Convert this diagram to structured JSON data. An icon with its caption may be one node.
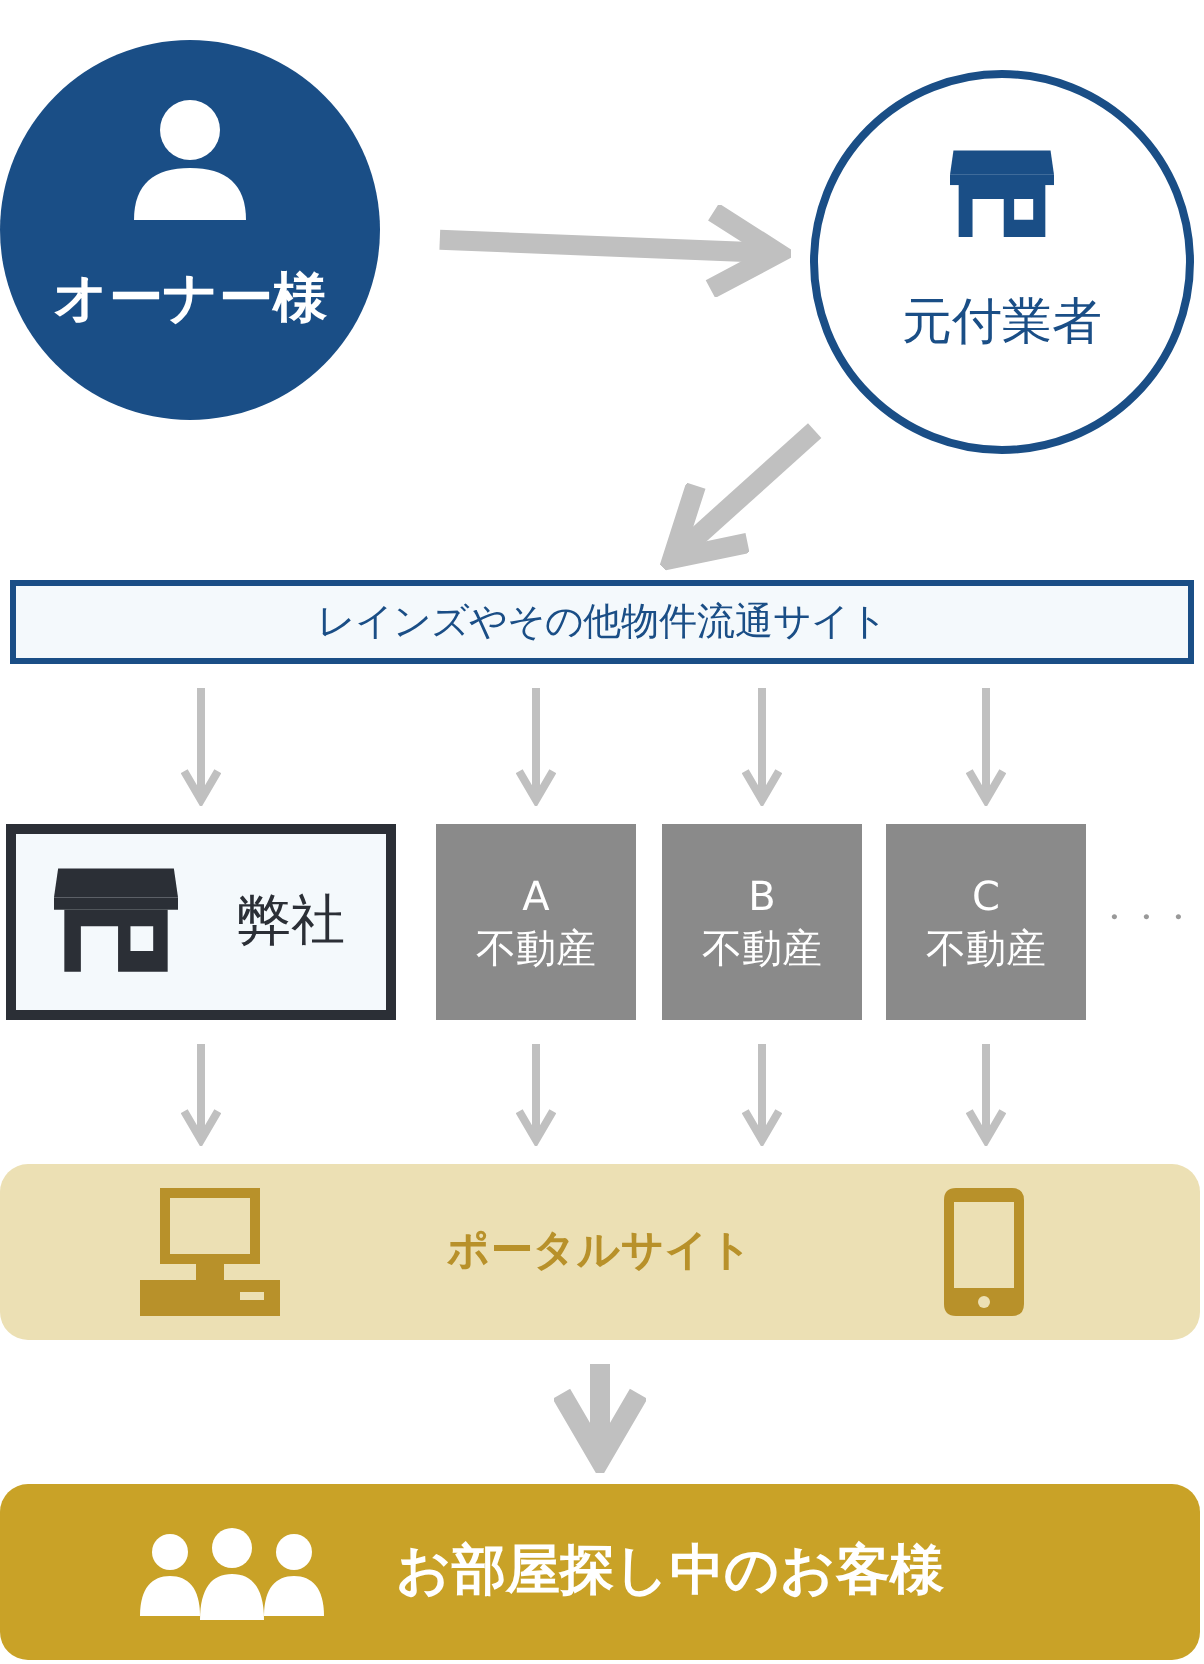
{
  "diagram": {
    "nodes": [
      {
        "text": [
          "オーナー様"
        ]
      },
      {
        "text": [
          "元付業者"
        ]
      },
      {
        "text": [
          "レインズやその他物件流通サイト"
        ]
      },
      {
        "text": [
          "弊社"
        ]
      },
      {
        "text": [
          "A",
          "不動産"
        ]
      },
      {
        "text": [
          "B",
          "不動産"
        ]
      },
      {
        "text": [
          "C",
          "不動産"
        ]
      },
      {
        "text": [
          "ポータルサイト"
        ]
      },
      {
        "text": [
          "お部屋探し中のお客様"
        ]
      }
    ],
    "edges": [
      {
        "from": 0,
        "to": 1,
        "arrow": "to",
        "style": "thick"
      },
      {
        "from": 1,
        "to": 2,
        "arrow": "to",
        "style": "thick"
      },
      {
        "from": 2,
        "to": 3,
        "arrow": "to"
      },
      {
        "from": 2,
        "to": 4,
        "arrow": "to"
      },
      {
        "from": 2,
        "to": 5,
        "arrow": "to"
      },
      {
        "from": 2,
        "to": 6,
        "arrow": "to"
      },
      {
        "from": 3,
        "to": 7,
        "arrow": "to"
      },
      {
        "from": 4,
        "to": 7,
        "arrow": "to"
      },
      {
        "from": 5,
        "to": 7,
        "arrow": "to"
      },
      {
        "from": 6,
        "to": 7,
        "arrow": "to"
      },
      {
        "from": 7,
        "to": 8,
        "arrow": "to",
        "style": "thick"
      }
    ],
    "labels": [
      "・・・"
    ]
  }
}
